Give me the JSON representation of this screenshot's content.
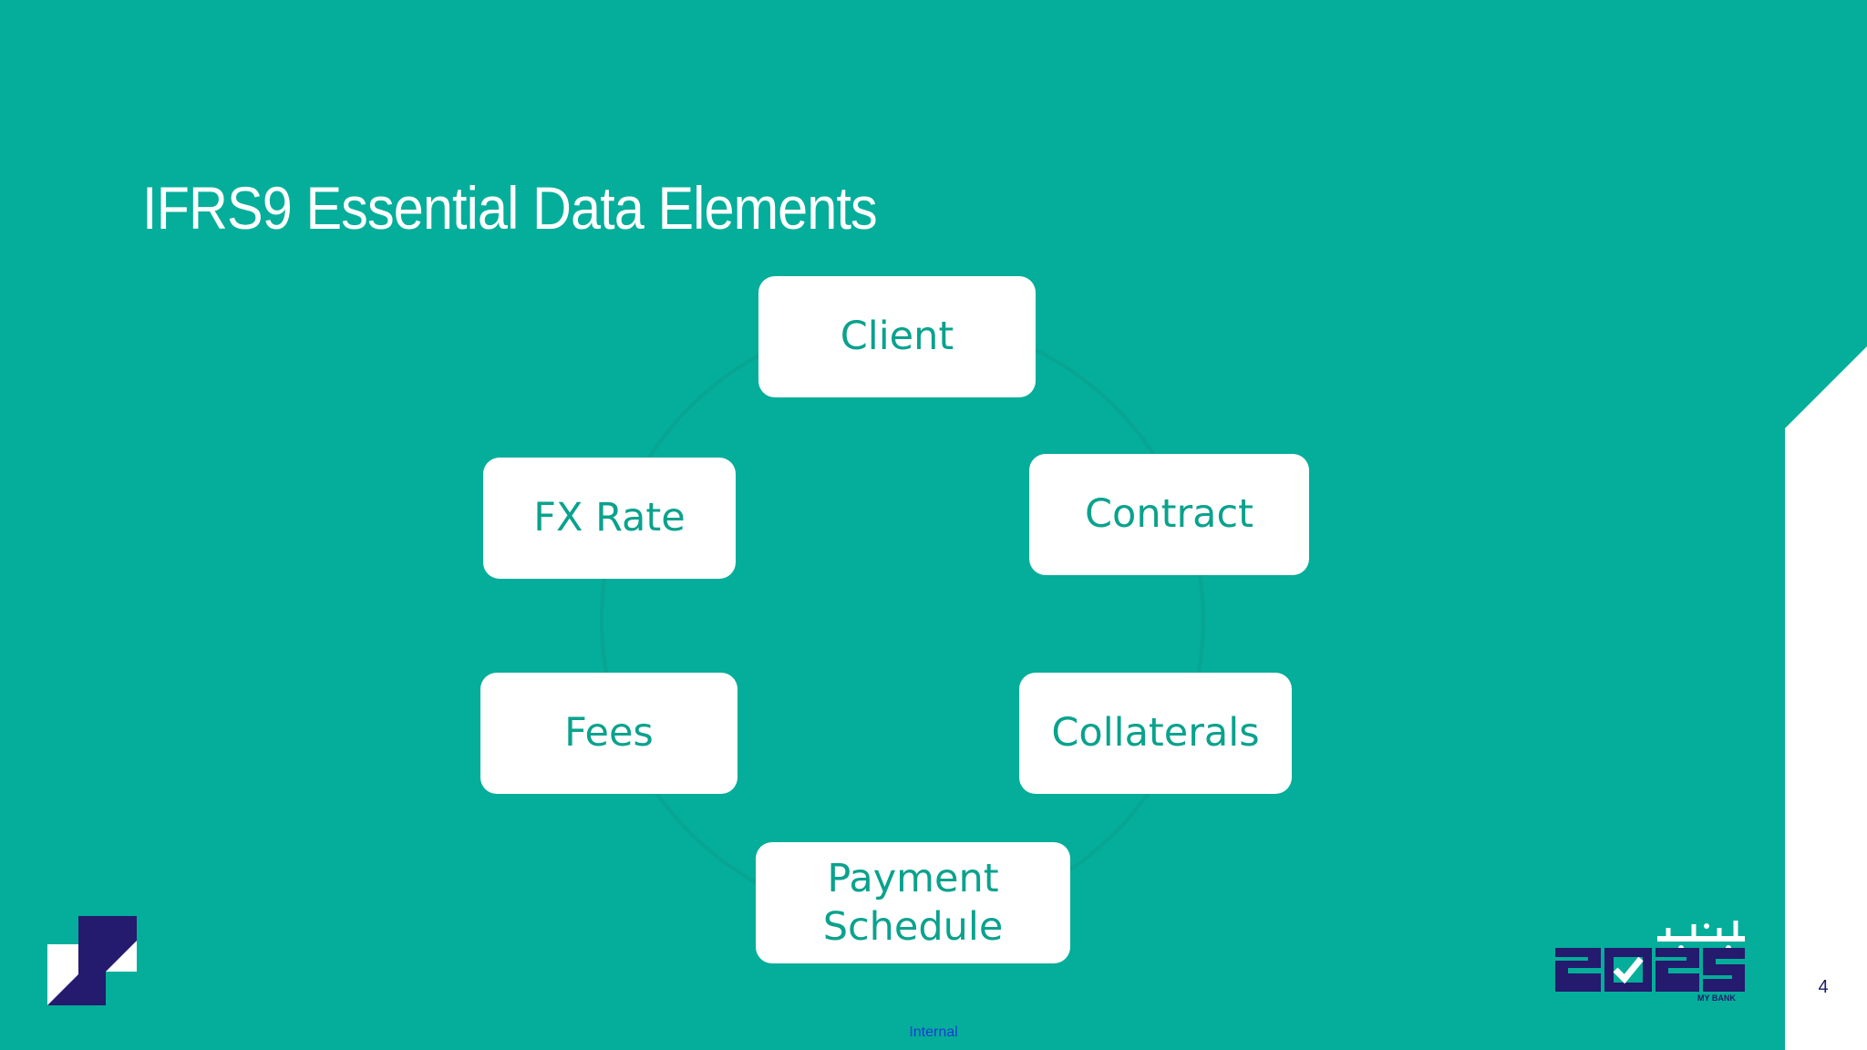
{
  "slide": {
    "title": "IFRS9 Essential Data Elements",
    "page_number": "4",
    "classification": "Internal"
  },
  "diagram": {
    "type": "cycle",
    "nodes": [
      {
        "id": "client",
        "label": "Client"
      },
      {
        "id": "contract",
        "label": "Contract"
      },
      {
        "id": "collaterals",
        "label": "Collaterals"
      },
      {
        "id": "payment-schedule",
        "label": "Payment\nSchedule"
      },
      {
        "id": "fees",
        "label": "Fees"
      },
      {
        "id": "fx-rate",
        "label": "FX Rate"
      }
    ]
  },
  "branding": {
    "right_logo_arabic": "بنكي",
    "right_logo_digits": "2025",
    "right_logo_subtext": "MY BANK"
  },
  "colors": {
    "background": "#04ae9a",
    "node_fill": "#ffffff",
    "node_text": "#0aa28d",
    "ring_line": "#0b9f8c",
    "brand_navy": "#241a6e"
  }
}
